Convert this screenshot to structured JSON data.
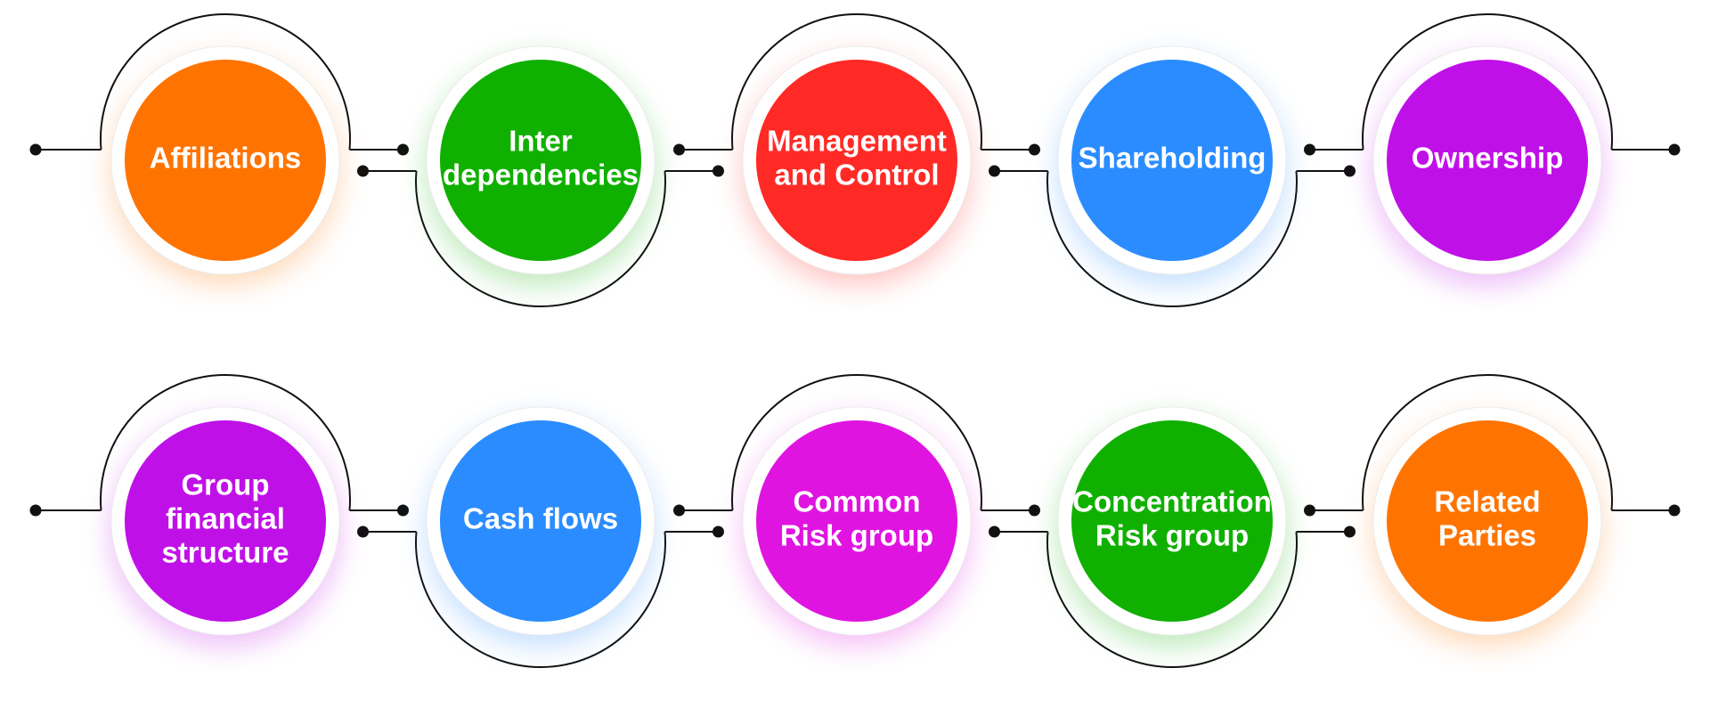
{
  "colors": {
    "orange": "#ff7400",
    "green": "#10b000",
    "red": "#ff2a25",
    "blue": "#2a8cff",
    "purple": "#c010e8",
    "magenta": "#e014e0",
    "connector": "#111111"
  },
  "rows": [
    {
      "nodes": [
        {
          "lines": [
            "Affiliations"
          ],
          "color": "orange",
          "arc": "top"
        },
        {
          "lines": [
            "Inter",
            "dependencies"
          ],
          "color": "green",
          "arc": "bottom"
        },
        {
          "lines": [
            "Management",
            "and Control"
          ],
          "color": "red",
          "arc": "top"
        },
        {
          "lines": [
            "Shareholding"
          ],
          "color": "blue",
          "arc": "bottom"
        },
        {
          "lines": [
            "Ownership"
          ],
          "color": "purple",
          "arc": "top"
        }
      ]
    },
    {
      "nodes": [
        {
          "lines": [
            "Group",
            "financial",
            "structure"
          ],
          "color": "purple",
          "arc": "top"
        },
        {
          "lines": [
            "Cash flows"
          ],
          "color": "blue",
          "arc": "bottom"
        },
        {
          "lines": [
            "Common",
            "Risk group"
          ],
          "color": "magenta",
          "arc": "top"
        },
        {
          "lines": [
            "Concentration",
            "Risk group"
          ],
          "color": "green",
          "arc": "bottom"
        },
        {
          "lines": [
            "Related",
            "Parties"
          ],
          "color": "orange",
          "arc": "top"
        }
      ]
    }
  ]
}
